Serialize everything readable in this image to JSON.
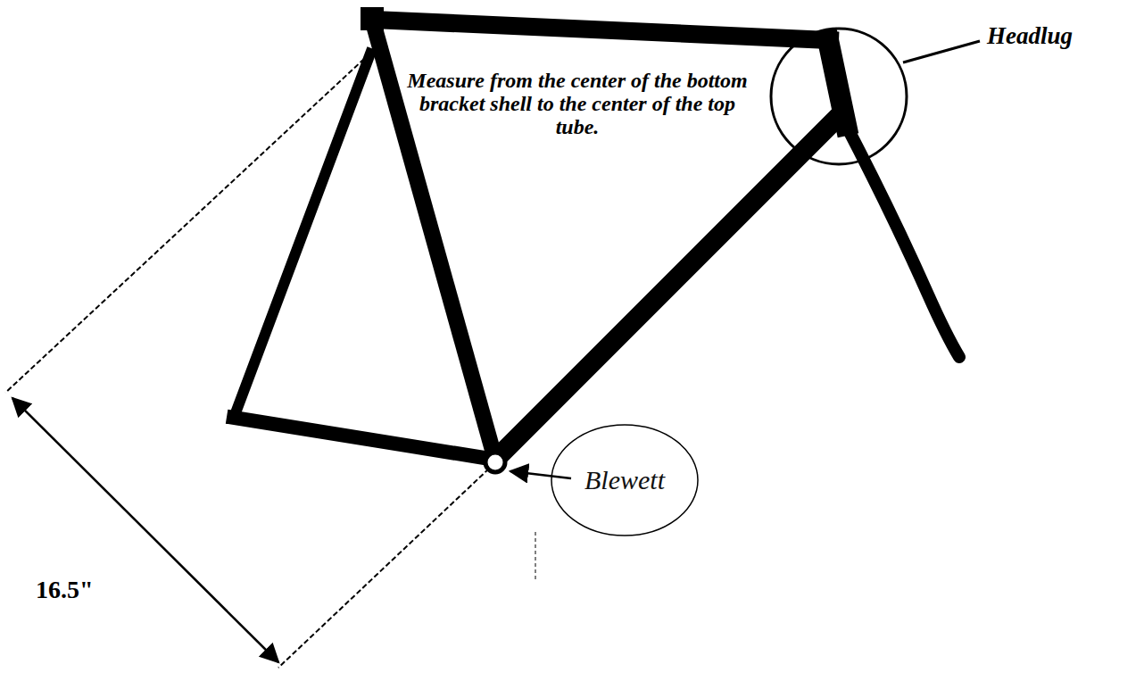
{
  "diagram": {
    "nodes": [
      {
        "text": [
          "Blewett"
        ]
      }
    ],
    "labels": [
      "Headlug",
      "Measure from the center of the bottom bracket shell to the center of the top tube.",
      "16.5\""
    ]
  }
}
